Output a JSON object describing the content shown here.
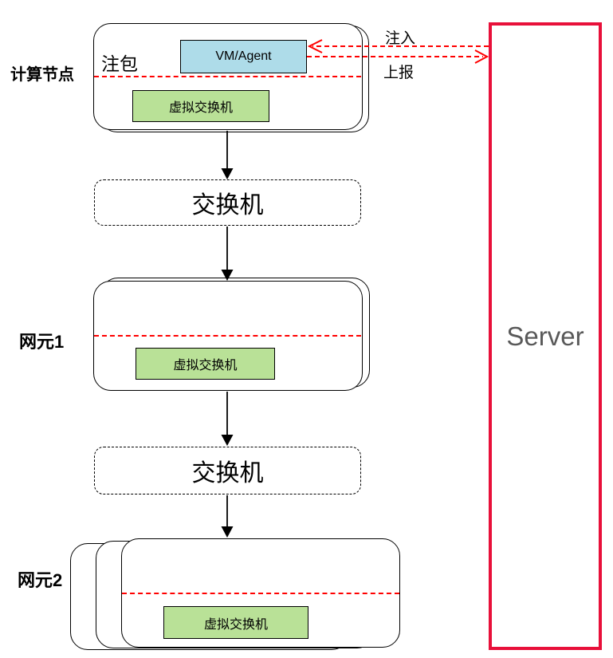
{
  "diagram": {
    "compute_node": {
      "label": "计算节点",
      "tag": "注包",
      "vm": "VM/Agent",
      "vswitch": "虚拟交换机"
    },
    "switch1": {
      "label": "交换机"
    },
    "ne1": {
      "label": "网元1",
      "vswitch": "虚拟交换机"
    },
    "switch2": {
      "label": "交换机"
    },
    "ne2": {
      "label": "网元2",
      "vswitch": "虚拟交换机"
    },
    "server": {
      "label": "Server"
    },
    "flows": {
      "inject": "注入",
      "report": "上报"
    },
    "colors": {
      "red_dashed": "#ff0000",
      "server_border": "#e8103a",
      "server_text": "#595959",
      "vm_fill": "#aedce9",
      "vswitch_fill": "#b9e197",
      "box_border": "#000000"
    }
  }
}
